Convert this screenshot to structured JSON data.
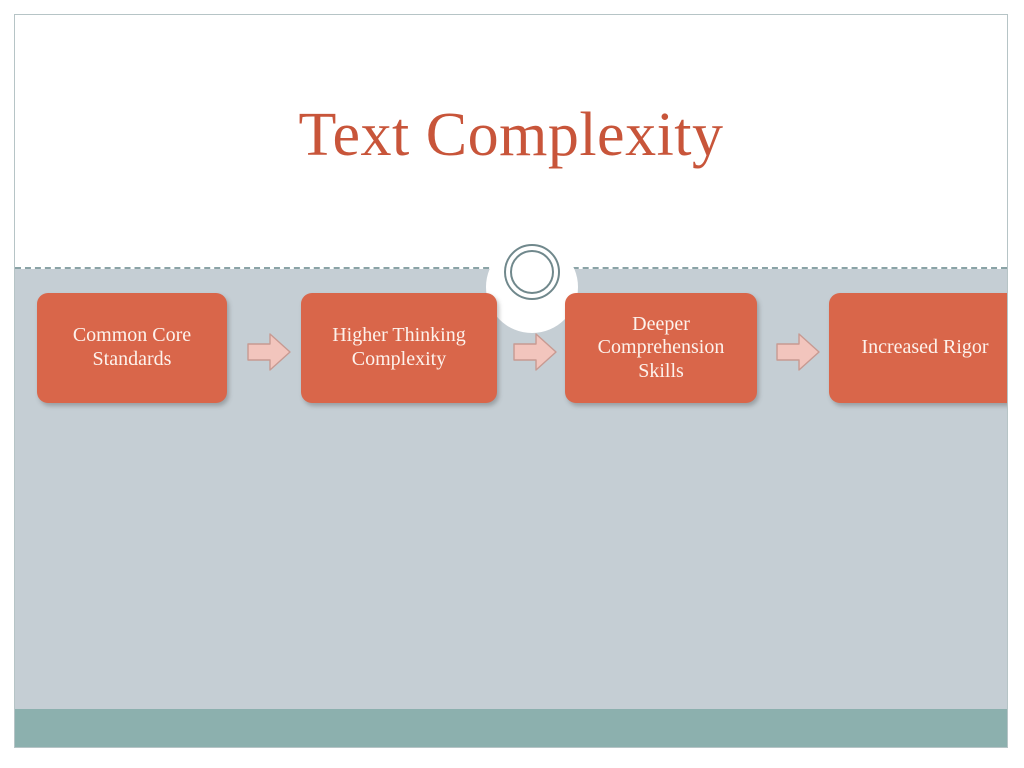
{
  "slide": {
    "title": "Text Complexity",
    "colors": {
      "title_text": "#c8553a",
      "box_fill": "#d9664a",
      "box_text": "#fdf2ec",
      "arrow_fill": "#f2c5bd",
      "arrow_stroke": "#c79a92",
      "body_background": "#c5ced4",
      "bottom_bar": "#8cb0ae",
      "divider": "#8aa3a6",
      "ring": "#70888c",
      "slide_border": "#b6c4c6",
      "upper_background": "#ffffff"
    },
    "decorations": {
      "divider_style": "dashed",
      "circle_rings": 2
    }
  },
  "process": {
    "steps": [
      {
        "label": "Common Core\nStandards"
      },
      {
        "label": "Higher Thinking\nComplexity"
      },
      {
        "label": "Deeper\nComprehension\nSkills"
      },
      {
        "label": "Increased Rigor"
      }
    ],
    "connectors": [
      {
        "icon": "right-arrow-icon"
      },
      {
        "icon": "right-arrow-icon"
      },
      {
        "icon": "right-arrow-icon"
      }
    ]
  }
}
